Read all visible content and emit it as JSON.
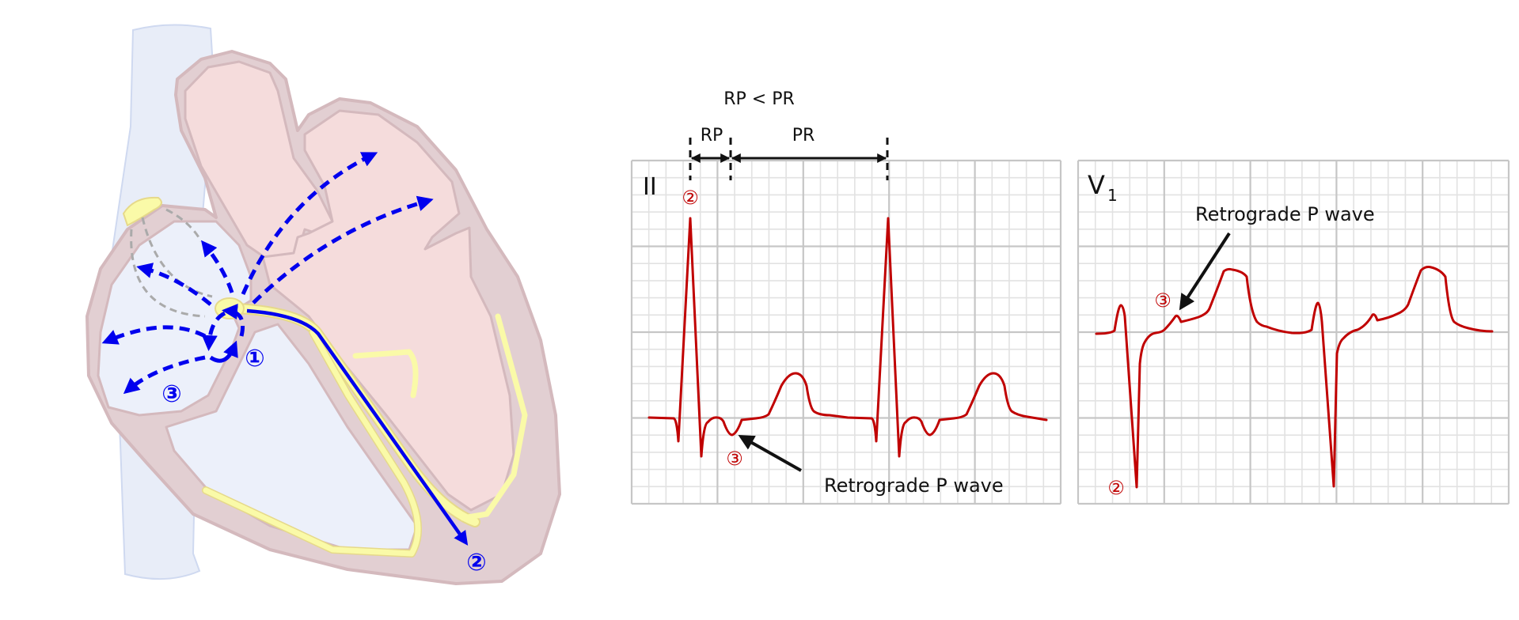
{
  "heart": {
    "markers": {
      "av_node": "①",
      "his_purkinje": "②",
      "atrial_retrograde": "③"
    }
  },
  "ecg_annotations": {
    "comparison": "RP < PR",
    "rp_label": "RP",
    "pr_label": "PR"
  },
  "lead_ii": {
    "label": "II",
    "marker_qrs": "②",
    "marker_p": "③",
    "callout": "Retrograde P wave"
  },
  "lead_v1": {
    "label": "V",
    "label_sub": "1",
    "marker_qrs": "②",
    "marker_p": "③",
    "callout": "Retrograde P wave"
  },
  "colors": {
    "ecg_trace": "#c00000",
    "conduction_arrow": "#0000ee",
    "grid_minor": "#e2e2e2",
    "grid_major": "#c6c6c6"
  }
}
